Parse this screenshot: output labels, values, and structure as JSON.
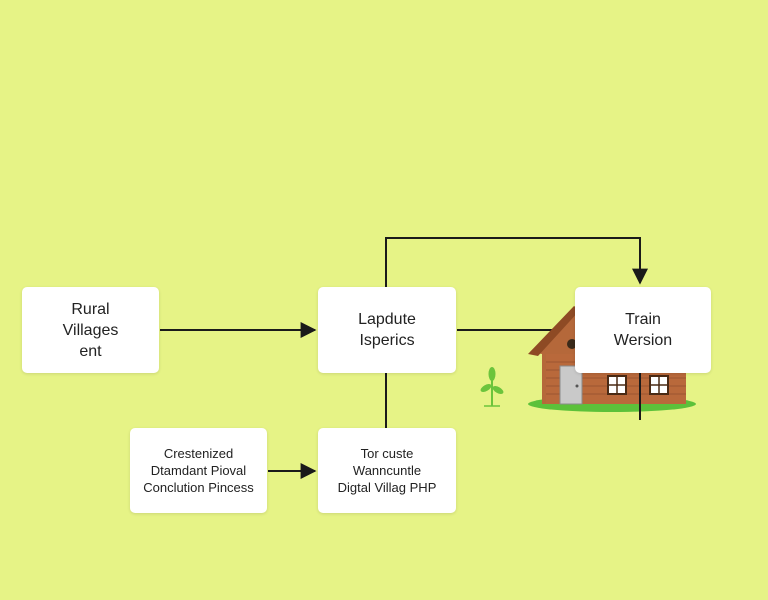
{
  "diagram": {
    "nodes": [
      {
        "id": "rural",
        "lines": [
          "Rural",
          "Villages",
          "ent"
        ]
      },
      {
        "id": "lapdute",
        "lines": [
          "Lapdute",
          "Isperics"
        ]
      },
      {
        "id": "train",
        "lines": [
          "Train",
          "Wersion"
        ]
      },
      {
        "id": "crest",
        "lines": [
          "Crestenized",
          "Dtamdant Pioval",
          "Conclution Pincess"
        ]
      },
      {
        "id": "torcuste",
        "lines": [
          "Tor custe",
          "Wanncuntle",
          "Digtal Villag PHP"
        ]
      }
    ],
    "edges": [
      {
        "from": "rural",
        "to": "lapdute"
      },
      {
        "from": "lapdute",
        "to": "train"
      },
      {
        "from": "lapdute",
        "to": "train",
        "route": "over-top"
      },
      {
        "from": "crest",
        "to": "torcuste"
      },
      {
        "from": "torcuste",
        "to": "lapdute",
        "route": "vertical"
      }
    ],
    "illustrations": [
      "house-icon",
      "sprout-icon"
    ]
  },
  "colors": {
    "background": "#e6f386",
    "node_fill": "#ffffff",
    "edge": "#1a1a1a",
    "house_wall": "#b5683a",
    "house_roof": "#a0522d",
    "grass": "#5cc13a",
    "sprout": "#6cc43c"
  }
}
